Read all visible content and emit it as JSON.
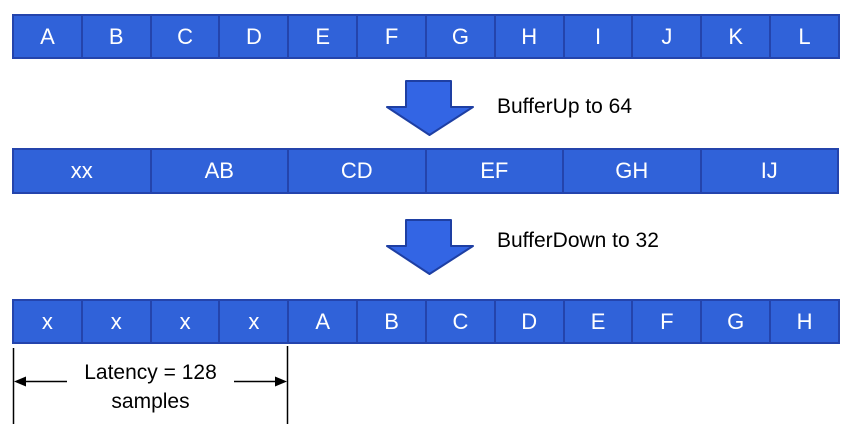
{
  "diagram": {
    "title_hint": "buffer resize diagram",
    "row1": {
      "cells": [
        "A",
        "B",
        "C",
        "D",
        "E",
        "F",
        "G",
        "H",
        "I",
        "J",
        "K",
        "L"
      ]
    },
    "step1": {
      "icon": "down-arrow",
      "label": "BufferUp to 64"
    },
    "row2": {
      "cells": [
        "xx",
        "AB",
        "CD",
        "EF",
        "GH",
        "IJ"
      ]
    },
    "step2": {
      "icon": "down-arrow",
      "label": "BufferDown to 32"
    },
    "row3": {
      "cells": [
        "x",
        "x",
        "x",
        "x",
        "A",
        "B",
        "C",
        "D",
        "E",
        "F",
        "G",
        "H"
      ]
    },
    "latency": {
      "line1": "Latency = 128",
      "line2": "samples"
    }
  },
  "colors": {
    "cell_fill": "#3062D9",
    "cell_border": "#2444AC",
    "cell_text": "#FFFFFF",
    "arrow_fill": "#3365E4",
    "arrow_border": "#1E3FA3",
    "annotation": "#000000"
  }
}
